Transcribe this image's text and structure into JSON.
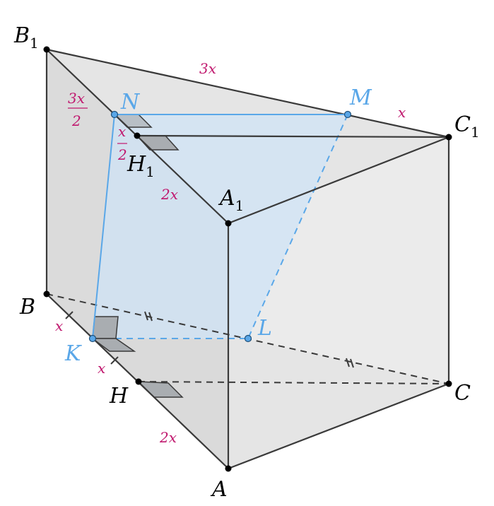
{
  "vertices": {
    "B1": {
      "base": "B",
      "sub": "1"
    },
    "C1": {
      "base": "C",
      "sub": "1"
    },
    "A1": {
      "base": "A",
      "sub": "1"
    },
    "H1": {
      "base": "H",
      "sub": "1"
    },
    "B": {
      "base": "B"
    },
    "C": {
      "base": "C"
    },
    "A": {
      "base": "A"
    },
    "H": {
      "base": "H"
    },
    "N": {
      "base": "N"
    },
    "M": {
      "base": "M"
    },
    "K": {
      "base": "K"
    },
    "L": {
      "base": "L"
    }
  },
  "lengths": {
    "top_b1c1": "3x",
    "top_mc1": "x",
    "b1n_num": "3x",
    "b1n_den": "2",
    "nh1_num": "x",
    "nh1_den": "2",
    "h1a1": "2x",
    "bk": "x",
    "kh": "x",
    "ha": "2x"
  },
  "colors": {
    "edge": "#3a3a3a",
    "section_edge": "#5aa7e8",
    "section_fill": "#d3e6f7",
    "length_label": "#c0186e",
    "vertex_blue": "#5aa7e8"
  }
}
